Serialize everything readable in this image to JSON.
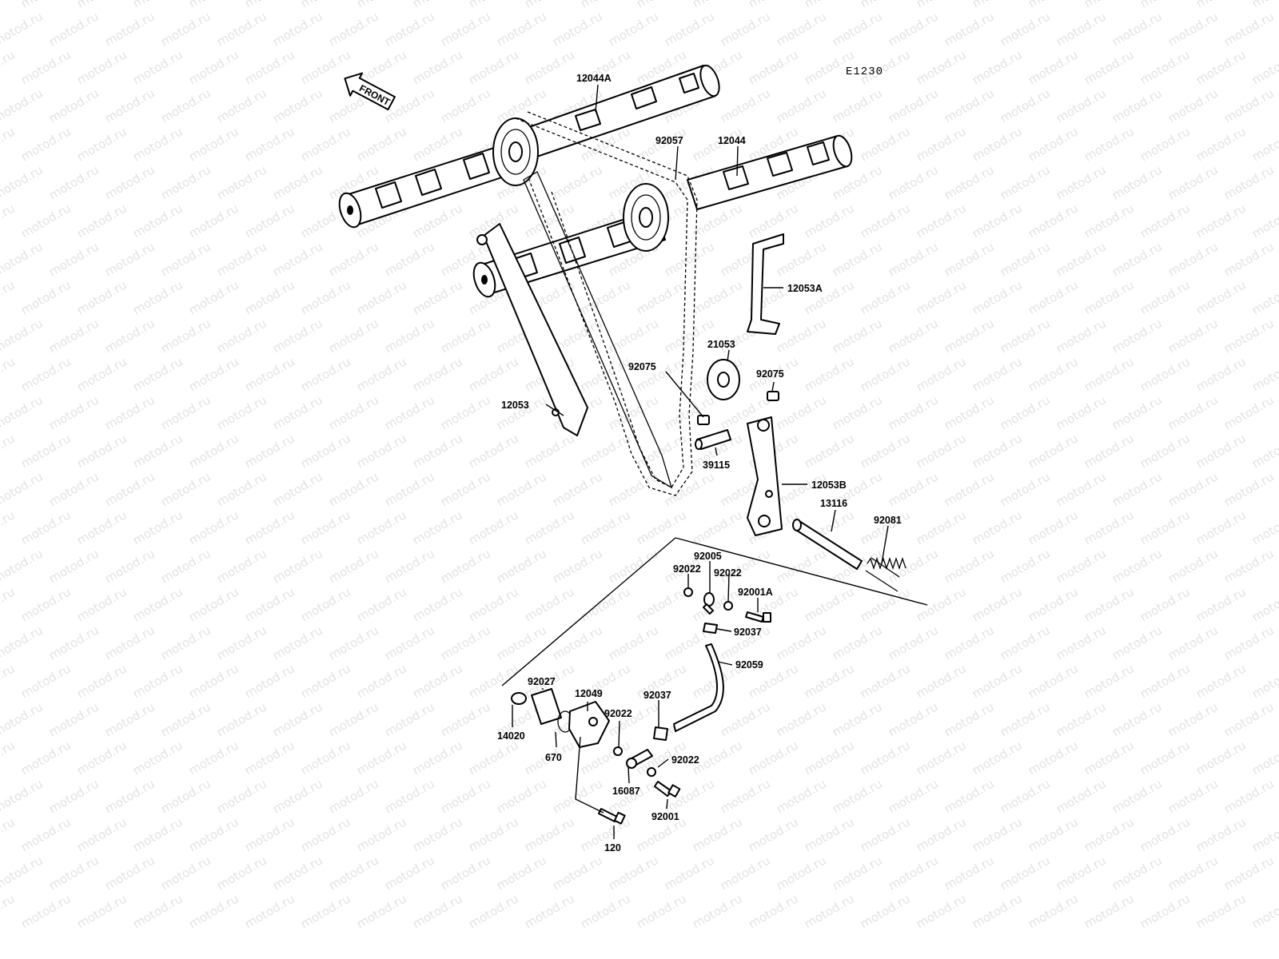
{
  "diagram": {
    "code": "E1230",
    "front_label": "FRONT",
    "watermark": "motod.ru"
  },
  "labels": {
    "l12044A": "12044A",
    "l92057": "92057",
    "l12044": "12044",
    "l12053A": "12053A",
    "l21053": "21053",
    "l92075a": "92075",
    "l92075b": "92075",
    "l12053": "12053",
    "l39115": "39115",
    "l12053B": "12053B",
    "l13116": "13116",
    "l92081": "92081",
    "l92005": "92005",
    "l92022a": "92022",
    "l92022b": "92022",
    "l92001A": "92001A",
    "l92037a": "92037",
    "l92059": "92059",
    "l92027": "92027",
    "l12049": "12049",
    "l92037b": "92037",
    "l92022c": "92022",
    "l92022d": "92022",
    "l14020": "14020",
    "l670": "670",
    "l16087": "16087",
    "l92001": "92001",
    "l120": "120"
  }
}
